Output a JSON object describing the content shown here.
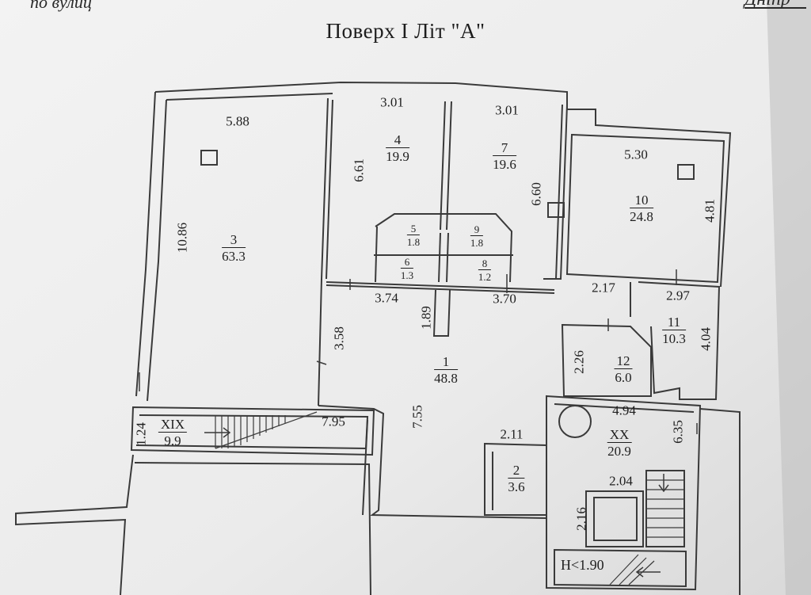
{
  "header": {
    "left_fragment": "по вулиц",
    "right_fragment": "Дніпр",
    "title": "Поверх  I  Літ \"А\""
  },
  "rooms": {
    "r3": {
      "num": "3",
      "area": "63.3"
    },
    "r4": {
      "num": "4",
      "area": "19.9"
    },
    "r7": {
      "num": "7",
      "area": "19.6"
    },
    "r10": {
      "num": "10",
      "area": "24.8"
    },
    "r5": {
      "num": "5",
      "area": "1.8"
    },
    "r9": {
      "num": "9",
      "area": "1.8"
    },
    "r6": {
      "num": "6",
      "area": "1.3"
    },
    "r8": {
      "num": "8",
      "area": "1.2"
    },
    "r1": {
      "num": "1",
      "area": "48.8"
    },
    "r11": {
      "num": "11",
      "area": "10.3"
    },
    "r12": {
      "num": "12",
      "area": "6.0"
    },
    "r2": {
      "num": "2",
      "area": "3.6"
    },
    "rXIX": {
      "num": "XIX",
      "area": "9.9"
    },
    "rXX": {
      "num": "XX",
      "area": "20.9"
    }
  },
  "dimensions": {
    "d_588": "5.88",
    "d_1086": "10.86",
    "d_301a": "3.01",
    "d_661": "6.61",
    "d_301b": "3.01",
    "d_660": "6.60",
    "d_530": "5.30",
    "d_481": "4.81",
    "d_374": "3.74",
    "d_189": "1.89",
    "d_370": "3.70",
    "d_358": "3.58",
    "d_217": "2.17",
    "d_297": "2.97",
    "d_404": "4.04",
    "d_226": "2.26",
    "d_755": "7.55",
    "d_795": "7.95",
    "d_124": "1.24",
    "d_494": "4.94",
    "d_635": "6.35",
    "d_211": "2.11",
    "d_204": "2.04",
    "d_216": "2.16"
  },
  "notes": {
    "height_mark": "H<1.90"
  }
}
